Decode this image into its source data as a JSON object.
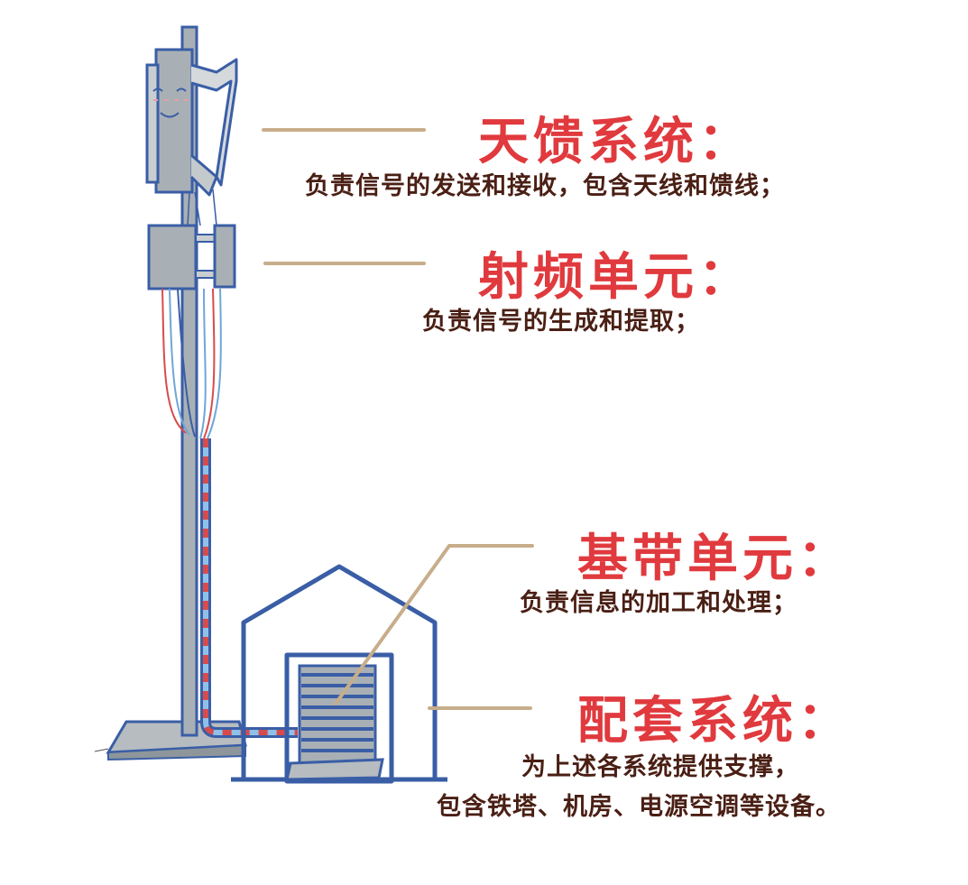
{
  "colors": {
    "heading": "#e03a3e",
    "description": "#4a1f14",
    "leader_line": "#c8ad8a",
    "outline_blue": "#3a5ea6",
    "metal_grey": "#a9b0b5",
    "cable_red": "#d84b4b",
    "cable_blue": "#6fa6d8"
  },
  "icons": [
    "antenna-icon",
    "radio-unit-icon",
    "tower-pole-icon",
    "equipment-shelter-icon",
    "baseband-cabinet-icon",
    "feeder-cable-icon"
  ],
  "callouts": {
    "antenna_feeder": {
      "title": "天馈系统：",
      "desc": "负责信号的发送和接收，包含天线和馈线；"
    },
    "radio_unit": {
      "title": "射频单元：",
      "desc": "负责信号的生成和提取；"
    },
    "baseband_unit": {
      "title": "基带单元：",
      "desc": "负责信息的加工和处理；"
    },
    "support_system": {
      "title": "配套系统：",
      "desc_line1": "为上述各系统提供支撑，",
      "desc_line2": "包含铁塔、机房、电源空调等设备。"
    }
  }
}
